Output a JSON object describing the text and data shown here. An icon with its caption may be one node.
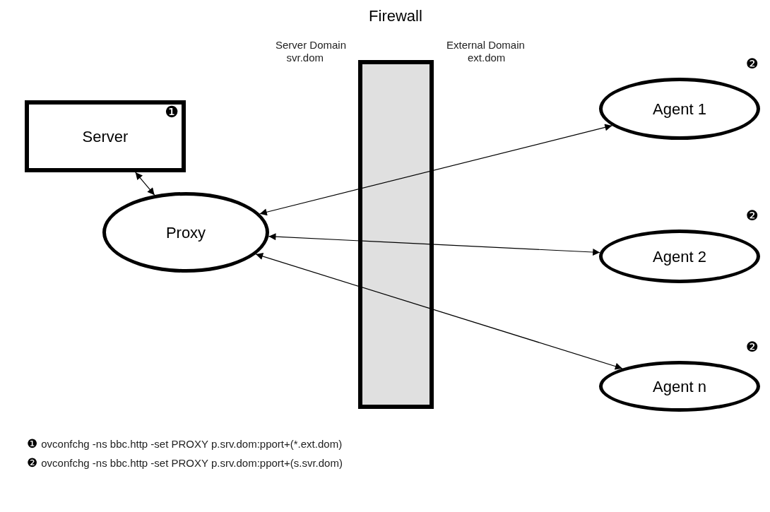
{
  "diagram": {
    "nodes": [
      {
        "text": [
          "Server",
          "❶"
        ]
      },
      {
        "text": [
          "Proxy"
        ]
      },
      {
        "text": [
          "Agent 1"
        ],
        "beside": [
          "❷"
        ]
      },
      {
        "text": [
          "Agent 2"
        ],
        "beside": [
          "❷"
        ]
      },
      {
        "text": [
          "Agent n"
        ],
        "beside": [
          "❷"
        ]
      }
    ],
    "edges": [
      {
        "from": 0,
        "to": 1,
        "arrow": "both"
      },
      {
        "from": 1,
        "to": 2,
        "arrow": "both"
      },
      {
        "from": 1,
        "to": 3,
        "arrow": "both"
      },
      {
        "from": 1,
        "to": 4,
        "arrow": "both"
      }
    ],
    "labels": [
      "Firewall",
      "Server Domain",
      "svr.dom",
      "External Domain",
      "ext.dom",
      "❶",
      "ovconfchg -ns bbc.http -set PROXY p.srv.dom:pport+(*.ext.dom)",
      "❷",
      "ovconfchg -ns bbc.http -set PROXY p.srv.dom:pport+(s.svr.dom)"
    ]
  }
}
